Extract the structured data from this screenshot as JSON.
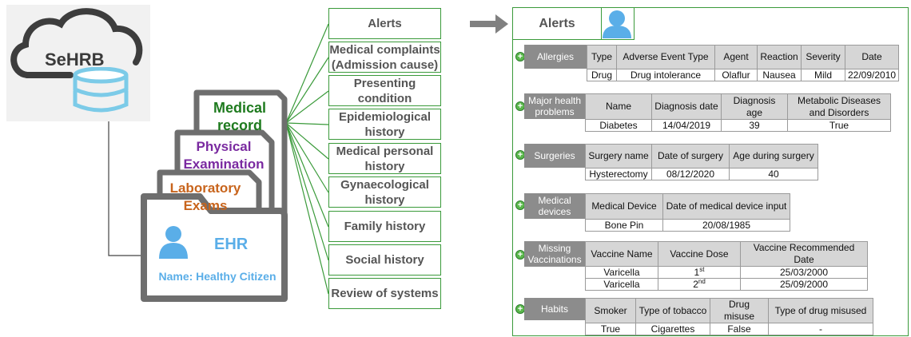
{
  "cloud": {
    "label": "SeHRB"
  },
  "folders": {
    "medical": {
      "line1": "Medical",
      "line2": "record"
    },
    "physical": {
      "line1": "Physical",
      "line2": "Examination"
    },
    "lab": {
      "line1": "Laboratory",
      "line2": "Exams"
    },
    "ehr": {
      "title": "EHR",
      "name": "Name: Healthy Citizen"
    }
  },
  "categories": [
    "Alerts",
    "Medical complaints (Admission cause)",
    "Presenting condition",
    "Epidemiological history",
    "Medical personal history",
    "Gynaecological history",
    "Family history",
    "Social history",
    "Review of systems"
  ],
  "panel": {
    "tab": "Alerts",
    "sections": {
      "allergies": {
        "label": "Allergies",
        "headers": [
          "Type",
          "Adverse Event Type",
          "Agent",
          "Reaction",
          "Severity",
          "Date"
        ],
        "rows": [
          [
            "Drug",
            "Drug intolerance",
            "Olaflur",
            "Nausea",
            "Mild",
            "22/09/2010"
          ]
        ]
      },
      "health": {
        "label": "Major health problems",
        "headers": [
          "Name",
          "Diagnosis date",
          "Diagnosis age",
          "Metabolic Diseases and Disorders"
        ],
        "rows": [
          [
            "Diabetes",
            "14/04/2019",
            "39",
            "True"
          ]
        ]
      },
      "surgeries": {
        "label": "Surgeries",
        "headers": [
          "Surgery name",
          "Date of surgery",
          "Age during surgery"
        ],
        "rows": [
          [
            "Hysterectomy",
            "08/12/2020",
            "40"
          ]
        ]
      },
      "devices": {
        "label": "Medical devices",
        "headers": [
          "Medical Device",
          "Date of medical device input"
        ],
        "rows": [
          [
            "Bone Pin",
            "20/08/1985"
          ]
        ]
      },
      "vaccinations": {
        "label": "Missing Vaccinations",
        "headers": [
          "Vaccine Name",
          "Vaccine Dose",
          "Vaccine Recommended Date"
        ],
        "rows": [
          {
            "name": "Varicella",
            "dose": "1",
            "dose_sup": "st",
            "date": "25/03/2000"
          },
          {
            "name": "Varicella",
            "dose": "2",
            "dose_sup": "nd",
            "date": "25/09/2000"
          }
        ]
      },
      "habits": {
        "label": "Habits",
        "headers": [
          "Smoker",
          "Type of tobacco",
          "Drug misuse",
          "Type of drug misused"
        ],
        "rows": [
          [
            "True",
            "Cigarettes",
            "False",
            "-"
          ]
        ]
      }
    }
  },
  "colors": {
    "green_border": "#3a9a3a",
    "medical_text": "#1e7a1e",
    "physical_text": "#7a2aa0",
    "lab_text": "#c8641c",
    "ehr_text": "#5aaee8",
    "folder_stroke": "#6e6e6e",
    "db_blue": "#7ccbe8",
    "arrow_gray": "#808080"
  }
}
